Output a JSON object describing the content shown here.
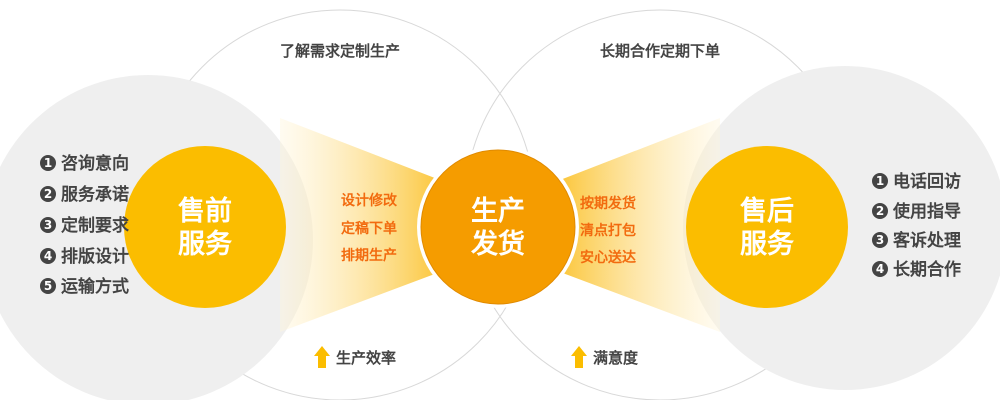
{
  "top_labels": [
    "了解需求定制生产",
    "长期合作定期下单"
  ],
  "pre_sale": {
    "title_line1": "售前",
    "title_line2": "服务",
    "items": [
      {
        "num": "1",
        "label": "咨询意向"
      },
      {
        "num": "2",
        "label": "服务承诺"
      },
      {
        "num": "3",
        "label": "定制要求"
      },
      {
        "num": "4",
        "label": "排版设计"
      },
      {
        "num": "5",
        "label": "运输方式"
      }
    ],
    "steps": [
      "设计修改",
      "定稿下单",
      "排期生产"
    ],
    "bottom_label": "生产效率"
  },
  "production": {
    "title_line1": "生产",
    "title_line2": "发货",
    "steps": [
      "按期发货",
      "清点打包",
      "安心送达"
    ],
    "bottom_label": "满意度"
  },
  "after_sale": {
    "title_line1": "售后",
    "title_line2": "服务",
    "items": [
      {
        "num": "1",
        "label": "电话回访"
      },
      {
        "num": "2",
        "label": "使用指导"
      },
      {
        "num": "3",
        "label": "客诉处理"
      },
      {
        "num": "4",
        "label": "长期合作"
      }
    ]
  },
  "colors": {
    "yellow": "#fbbd00",
    "orange": "#f59c00",
    "gray": "#efefef",
    "accent_text": "#f26b0f"
  }
}
